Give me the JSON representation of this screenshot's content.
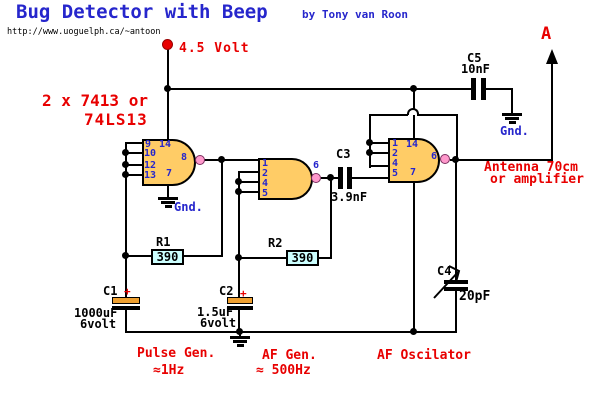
{
  "header": {
    "title": "Bug Detector with Beep",
    "byline": "by Tony van Roon",
    "url": "http://www.uoguelph.ca/~antoon"
  },
  "supply": {
    "label": "4.5 Volt"
  },
  "chip": {
    "line1": "2 x 7413 or",
    "line2": "74LS13"
  },
  "gnd_label": "Gnd.",
  "antenna": {
    "marker": "A",
    "line1": "Antenna 70cm",
    "line2": "or amplifier"
  },
  "gates": {
    "g1": {
      "in1": "9",
      "in2": "10",
      "in3": "12",
      "in4": "13",
      "vcc": "14",
      "gnd": "7",
      "out": "8"
    },
    "g2": {
      "in1": "1",
      "in2": "2",
      "in3": "4",
      "in4": "5",
      "out": "6"
    },
    "g3": {
      "in1": "1",
      "in2": "2",
      "in3": "4",
      "in4": "5",
      "vcc": "14",
      "gnd": "7",
      "out": "6"
    }
  },
  "components": {
    "c1": {
      "name": "C1",
      "plus": "+",
      "value": "1000uF",
      "voltage": "6volt"
    },
    "c2": {
      "name": "C2",
      "plus": "+",
      "value": "1.5uF",
      "voltage": "6volt"
    },
    "c3": {
      "name": "C3",
      "value": "3.9nF"
    },
    "c4": {
      "name": "C4",
      "value": "20pF"
    },
    "c5": {
      "name": "C5",
      "value": "10nF"
    },
    "r1": {
      "name": "R1",
      "value": "390"
    },
    "r2": {
      "name": "R2",
      "value": "390"
    }
  },
  "sections": {
    "pulse_gen": {
      "line1": "Pulse Gen.",
      "line2": "≈1Hz"
    },
    "af_gen": {
      "line1": "AF Gen.",
      "line2": "≈ 500Hz"
    },
    "af_osc": {
      "line1": "AF Oscilator"
    }
  },
  "colors": {
    "blue_text": "#2626CC",
    "red_text": "#E80000",
    "gate_fill": "#FFCC66",
    "resistor_fill": "#CCFFFF",
    "cap_plate_gold": "#EFA030",
    "inverter_bubble": "#FF99CC"
  }
}
